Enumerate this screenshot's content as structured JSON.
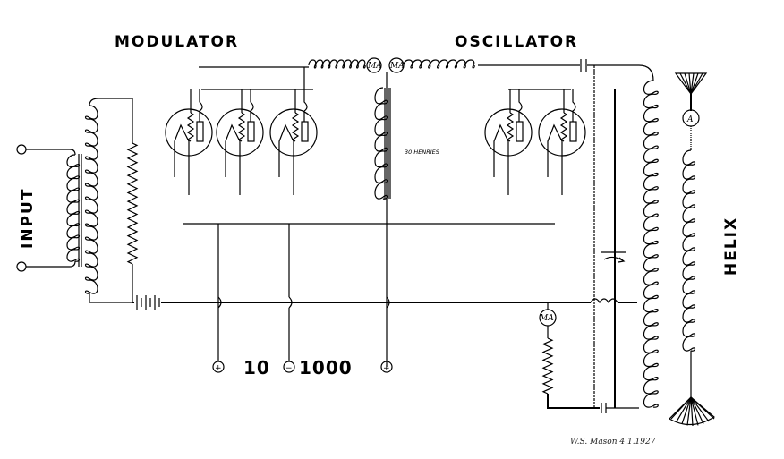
{
  "diagram": {
    "sections": {
      "modulator": "MODULATOR",
      "oscillator": "OSCILLATOR"
    },
    "labels": {
      "input": "INPUT",
      "helix": "HELIX",
      "choke": "30 HENRIES",
      "voltage_low": "10",
      "voltage_high": "1000"
    },
    "meters": {
      "plate_meter_left": "MA",
      "plate_meter_right": "MA",
      "grid_meter": "MA",
      "antenna_ammeter": "A"
    },
    "terminals": {
      "terminal_1": "+",
      "terminal_2": "−",
      "terminal_3": "+"
    },
    "signature": {
      "text": "W.S. Mason 4.1.1927"
    },
    "tubes": {
      "modulator_count": 3,
      "oscillator_count": 2
    }
  }
}
